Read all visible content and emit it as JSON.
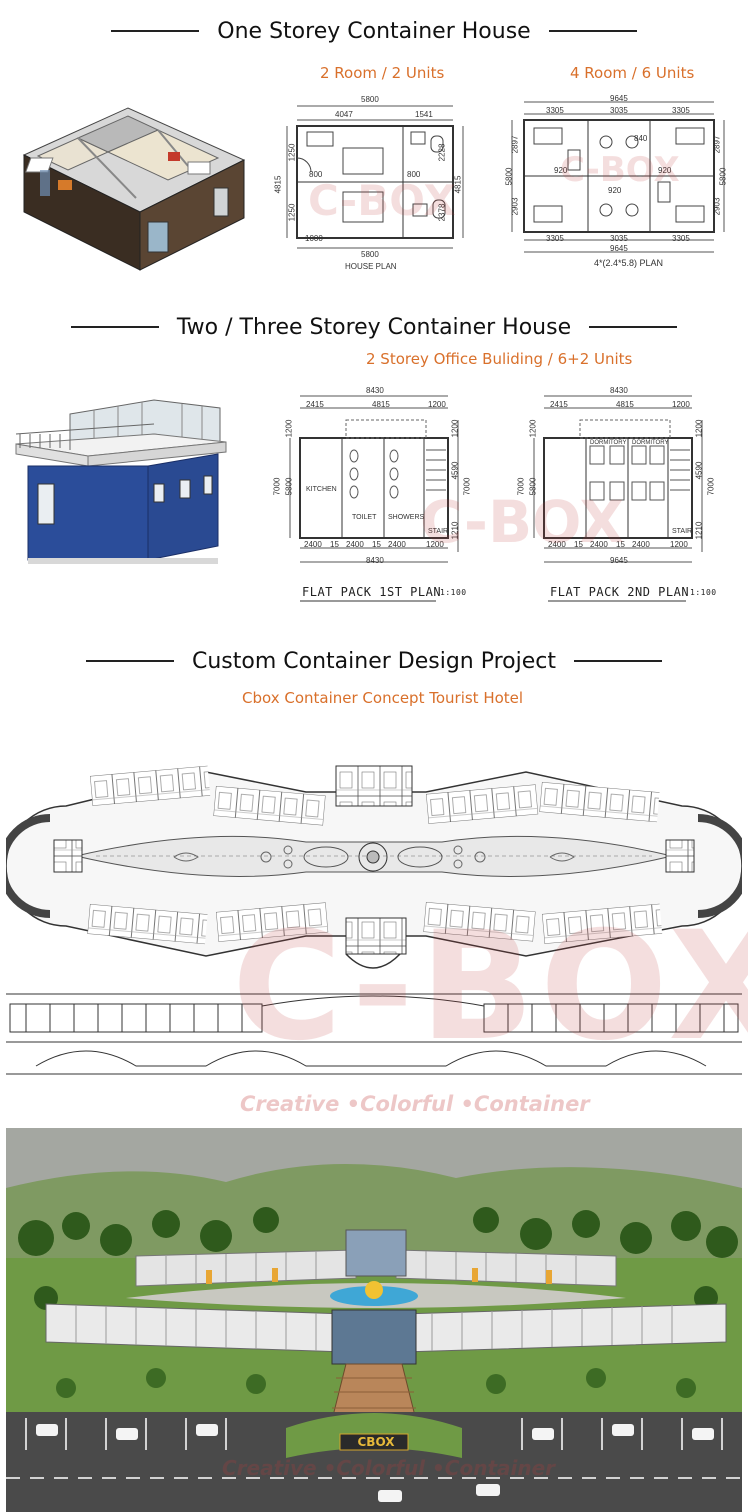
{
  "sections": {
    "one_storey": {
      "title": "One Storey Container House",
      "plan_a": {
        "title": "2 Room / 2 Units",
        "caption": "HOUSE PLAN",
        "dims_top": [
          "5800",
          "4047",
          "1541"
        ],
        "dims_bottom": [
          "1000",
          "5800"
        ],
        "dims_left": [
          "4815",
          "1250",
          "1250"
        ],
        "dims_right": [
          "2228",
          "4815",
          "2378"
        ],
        "dims_inner": [
          "800",
          "800"
        ]
      },
      "plan_b": {
        "title": "4 Room / 6 Units",
        "caption": "4*(2.4*5.8) PLAN",
        "dims_top": [
          "9645",
          "3305",
          "3035",
          "3305"
        ],
        "dims_bottom": [
          "3305",
          "3035",
          "3305",
          "9645"
        ],
        "dims_left": [
          "2897",
          "5800",
          "2903"
        ],
        "dims_right": [
          "2897",
          "5800",
          "2903"
        ],
        "dims_inner": [
          "920",
          "920",
          "840",
          "920"
        ]
      }
    },
    "multi_storey": {
      "title": "Two / Three Storey Container House",
      "subtitle": "2 Storey Office Buliding / 6+2 Units",
      "plan_1": {
        "caption": "FLAT PACK 1ST PLAN",
        "scale": "1:100",
        "dims_top": [
          "8430",
          "2415",
          "4815",
          "1200"
        ],
        "dims_bottom": [
          "2400",
          "15",
          "2400",
          "15",
          "2400",
          "1200",
          "8430"
        ],
        "dims_left": [
          "1200",
          "7000",
          "5800"
        ],
        "dims_right": [
          "1200",
          "4590",
          "7000",
          "1210"
        ],
        "labels": [
          "KITCHEN",
          "TOILET",
          "SHOWERS",
          "STAIR"
        ]
      },
      "plan_2": {
        "caption": "FLAT PACK 2ND PLAN",
        "scale": "1:100",
        "dims_top": [
          "8430",
          "2415",
          "4815",
          "1200"
        ],
        "dims_bottom": [
          "2400",
          "15",
          "2400",
          "15",
          "2400",
          "1200",
          "9645"
        ],
        "dims_left": [
          "1200",
          "7000",
          "5800"
        ],
        "dims_right": [
          "1200",
          "4590",
          "7000",
          "1210"
        ],
        "labels": [
          "DORMITORY",
          "DORMITORY",
          "STAIR"
        ]
      }
    },
    "custom": {
      "title": "Custom Container Design Project",
      "subtitle": "Cbox Container Concept Tourist Hotel"
    },
    "render": {
      "sign": "CBOX"
    }
  },
  "watermark": {
    "brand": "C-BOX",
    "tagline": "Creative •Colorful •Container"
  },
  "colors": {
    "accent": "#d9702b",
    "watermark": "#c23b3b",
    "container_blue": "#2b4d9a",
    "grass": "#5f8d35",
    "asphalt": "#3e3e3e"
  }
}
